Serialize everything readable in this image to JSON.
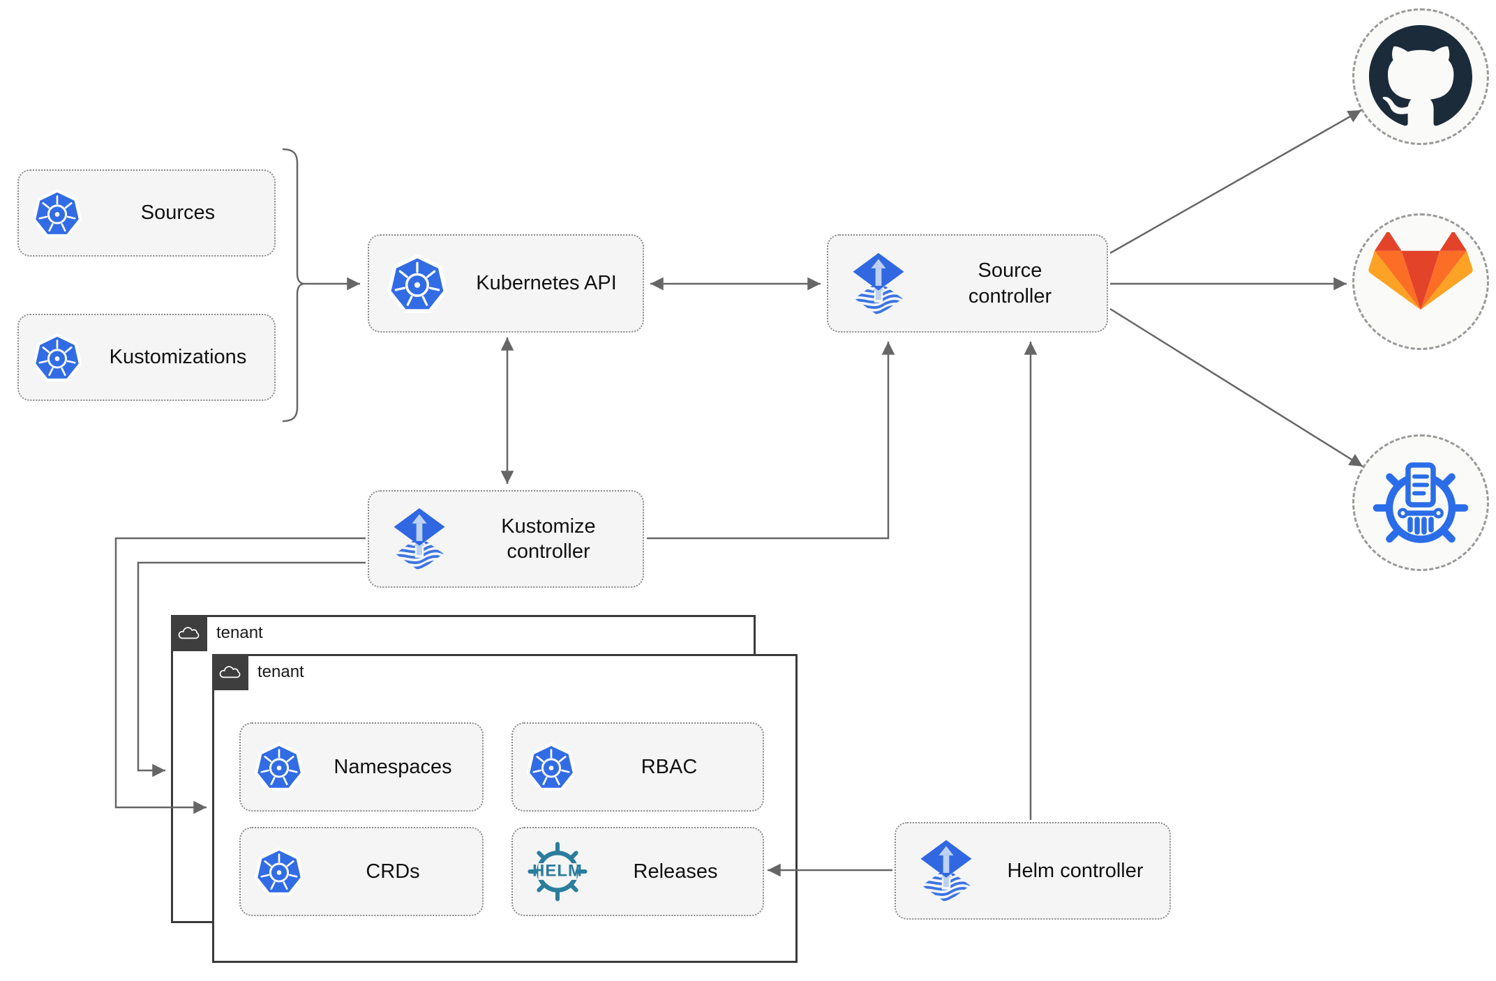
{
  "nodes": {
    "sources": {
      "label": "Sources",
      "icon": "kubernetes"
    },
    "kustomizations": {
      "label": "Kustomizations",
      "icon": "kubernetes"
    },
    "kubernetes_api": {
      "label": "Kubernetes API",
      "icon": "kubernetes"
    },
    "source_controller": {
      "label": "Source controller",
      "icon": "flux"
    },
    "kustomize_controller": {
      "label": "Kustomize controller",
      "icon": "flux"
    },
    "helm_controller": {
      "label": "Helm controller",
      "icon": "flux"
    },
    "namespaces": {
      "label": "Namespaces",
      "icon": "kubernetes"
    },
    "rbac": {
      "label": "RBAC",
      "icon": "kubernetes"
    },
    "crds": {
      "label": "CRDs",
      "icon": "kubernetes"
    },
    "releases": {
      "label": "Releases",
      "icon": "helm",
      "icon_text": "HELM"
    }
  },
  "groups": {
    "tenant_back": {
      "label": "tenant",
      "icon": "cloud"
    },
    "tenant_front": {
      "label": "tenant",
      "icon": "cloud"
    }
  },
  "endpoints": {
    "github": {
      "icon": "github-logo"
    },
    "gitlab": {
      "icon": "gitlab-logo"
    },
    "chartmuseum": {
      "icon": "chartmuseum-logo"
    }
  },
  "edges": [
    {
      "from": "sources/kustomizations-brace",
      "to": "kubernetes-api",
      "type": "arrow"
    },
    {
      "from": "kubernetes-api",
      "to": "source-controller",
      "type": "bidirectional"
    },
    {
      "from": "kubernetes-api",
      "to": "kustomize-controller",
      "type": "bidirectional"
    },
    {
      "from": "kustomize-controller",
      "to": "source-controller",
      "type": "arrow"
    },
    {
      "from": "kustomize-controller",
      "to": "tenant-front",
      "type": "arrow"
    },
    {
      "from": "kustomize-controller",
      "to": "tenant-back",
      "type": "arrow"
    },
    {
      "from": "helm-controller",
      "to": "source-controller",
      "type": "arrow"
    },
    {
      "from": "helm-controller",
      "to": "releases",
      "type": "arrow"
    },
    {
      "from": "source-controller",
      "to": "github",
      "type": "arrow"
    },
    {
      "from": "source-controller",
      "to": "gitlab",
      "type": "arrow"
    },
    {
      "from": "source-controller",
      "to": "chartmuseum",
      "type": "arrow"
    }
  ],
  "colors": {
    "node_fill": "#f5f5f5",
    "node_border": "#8a8a8a",
    "arrow": "#666666",
    "kubernetes_blue": "#326ce5",
    "flux_blue": "#3168e1",
    "flux_arrow_light": "#bdd1f3",
    "helm_teal": "#2a7d9d",
    "chartmuseum_blue": "#2b6de8",
    "github_dark": "#1c2b3a",
    "gitlab_red": "#e24329",
    "gitlab_orange": "#fc6d26",
    "gitlab_yellow": "#fca326",
    "tenant_border": "#3a3a3a",
    "tenant_tab": "#3e3e3e",
    "circle_fill": "#fafaf8"
  }
}
